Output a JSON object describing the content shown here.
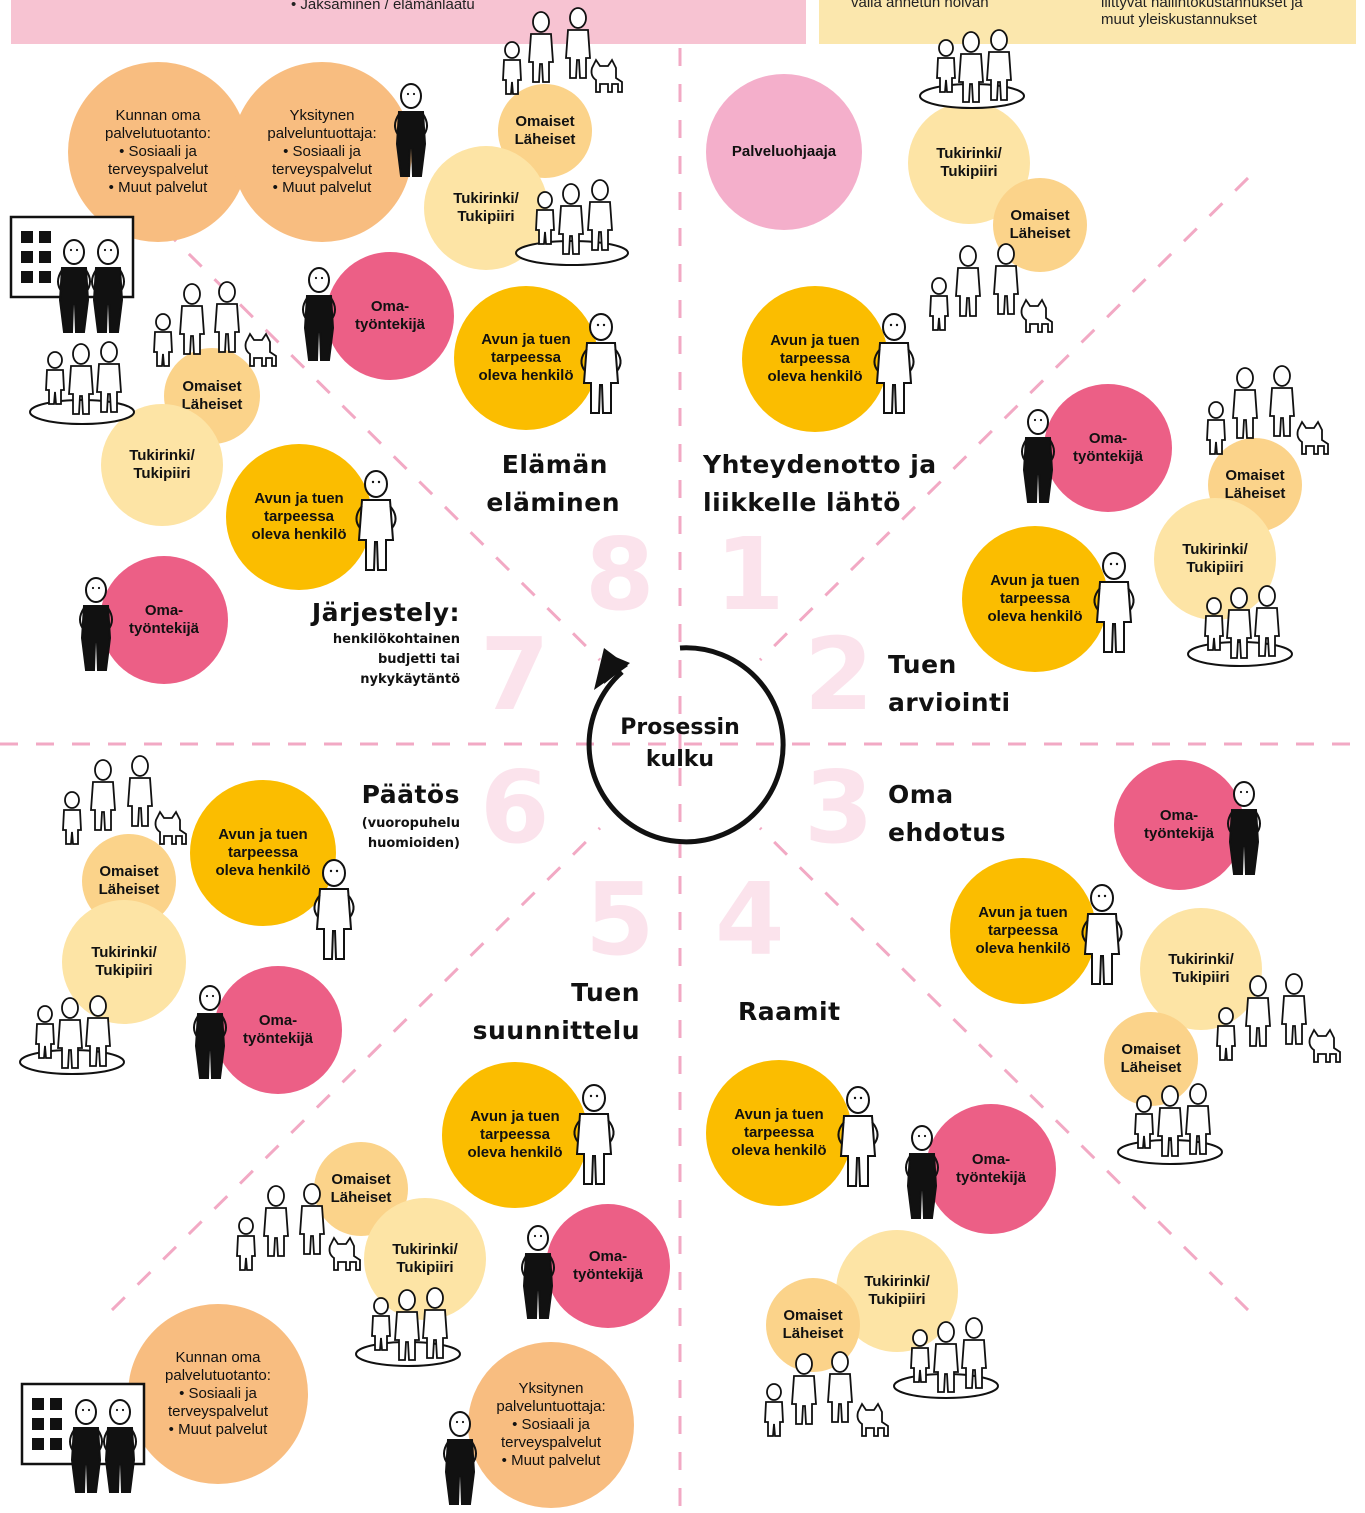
{
  "top_banners": {
    "left_bullet": "•  Jaksaminen / elämänlaatu",
    "right_col1": "väliä annetun hoivan",
    "right_col2_line1": "liittyvät hallintokustannukset ja",
    "right_col2_line2": "muut yleiskustannukset"
  },
  "center": {
    "label": "Prosessin\nkulku"
  },
  "steps": [
    {
      "number": "1",
      "title_line1": "Yhteydenotto ja",
      "title_line2": "liikkelle lähtö"
    },
    {
      "number": "2",
      "title_line1": "Tuen",
      "title_line2": "arviointi"
    },
    {
      "number": "3",
      "title_line1": "Oma",
      "title_line2": "ehdotus"
    },
    {
      "number": "4",
      "title_line1": "Raamit"
    },
    {
      "number": "5",
      "title_line1": "Tuen",
      "title_line2": "suunnittelu"
    },
    {
      "number": "6",
      "title_line1": "Päätös",
      "subtitle": "(vuoropuhelu\nhuomioiden)"
    },
    {
      "number": "7",
      "title_line1": "Järjestely:",
      "subtitle": "henkilökohtainen\nbudjetti tai\nnykykäytäntö"
    },
    {
      "number": "8",
      "title_line1": "Elämän",
      "title_line2": "eläminen"
    }
  ],
  "labels": {
    "person": "Avun ja tuen\ntarpeessa\noleva henkilö",
    "worker": "Oma-\ntyöntekijä",
    "support": "Tukirinki/\nTukipiiri",
    "family": "Omaiset\nLäheiset",
    "guide": "Palveluohjaaja",
    "municipal": "Kunnan oma\npalvelutuotanto:\n• Sosiaali ja\nterveyspalvelut\n• Muut palvelut",
    "private": "Yksitynen\npalveluntuottaja:\n• Sosiaali ja\nterveyspalvelut\n• Muut palvelut"
  },
  "colors": {
    "person": "#fbbd00",
    "worker": "#ec5f86",
    "support": "#fde4a5",
    "family": "#fbd38a",
    "service": "#f8bd80",
    "guide": "#f4afcb",
    "banner_left": "#f7c3d2",
    "banner_right": "#fbe7ad",
    "dash": "#f2a9c4",
    "number": "#fbe3ec"
  },
  "icons": [
    "person-icon",
    "worker-icon",
    "family-group-icon",
    "support-circle-icon",
    "building-icon",
    "cycle-arrow-icon",
    "pet-icon"
  ]
}
